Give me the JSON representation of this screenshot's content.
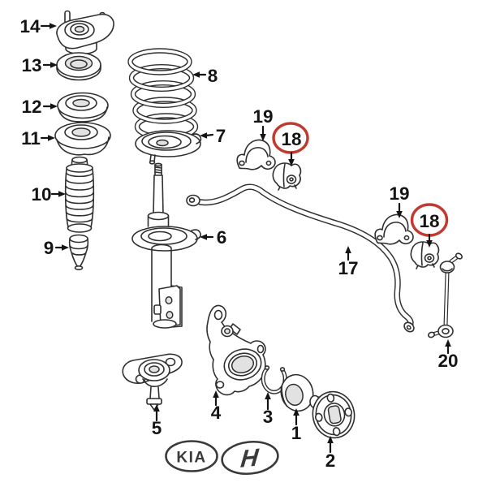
{
  "diagram": {
    "description": "Exploded front suspension parts diagram",
    "callouts": {
      "p1": {
        "label": "1"
      },
      "p2": {
        "label": "2"
      },
      "p3": {
        "label": "3"
      },
      "p4": {
        "label": "4"
      },
      "p5": {
        "label": "5"
      },
      "p6": {
        "label": "6"
      },
      "p7": {
        "label": "7"
      },
      "p8": {
        "label": "8"
      },
      "p9": {
        "label": "9"
      },
      "p10": {
        "label": "10"
      },
      "p11": {
        "label": "11"
      },
      "p12": {
        "label": "12"
      },
      "p13": {
        "label": "13"
      },
      "p14": {
        "label": "14"
      },
      "p17": {
        "label": "17"
      },
      "p18": {
        "label": "18",
        "circled": true,
        "instances": 2
      },
      "p19": {
        "label": "19",
        "instances": 2
      },
      "p20": {
        "label": "20"
      }
    }
  },
  "logos": {
    "kia": "KIA",
    "hyundai": "H"
  },
  "colors": {
    "highlight_red": "#c2392f",
    "line": "#2f2f2f",
    "background": "#ffffff"
  }
}
